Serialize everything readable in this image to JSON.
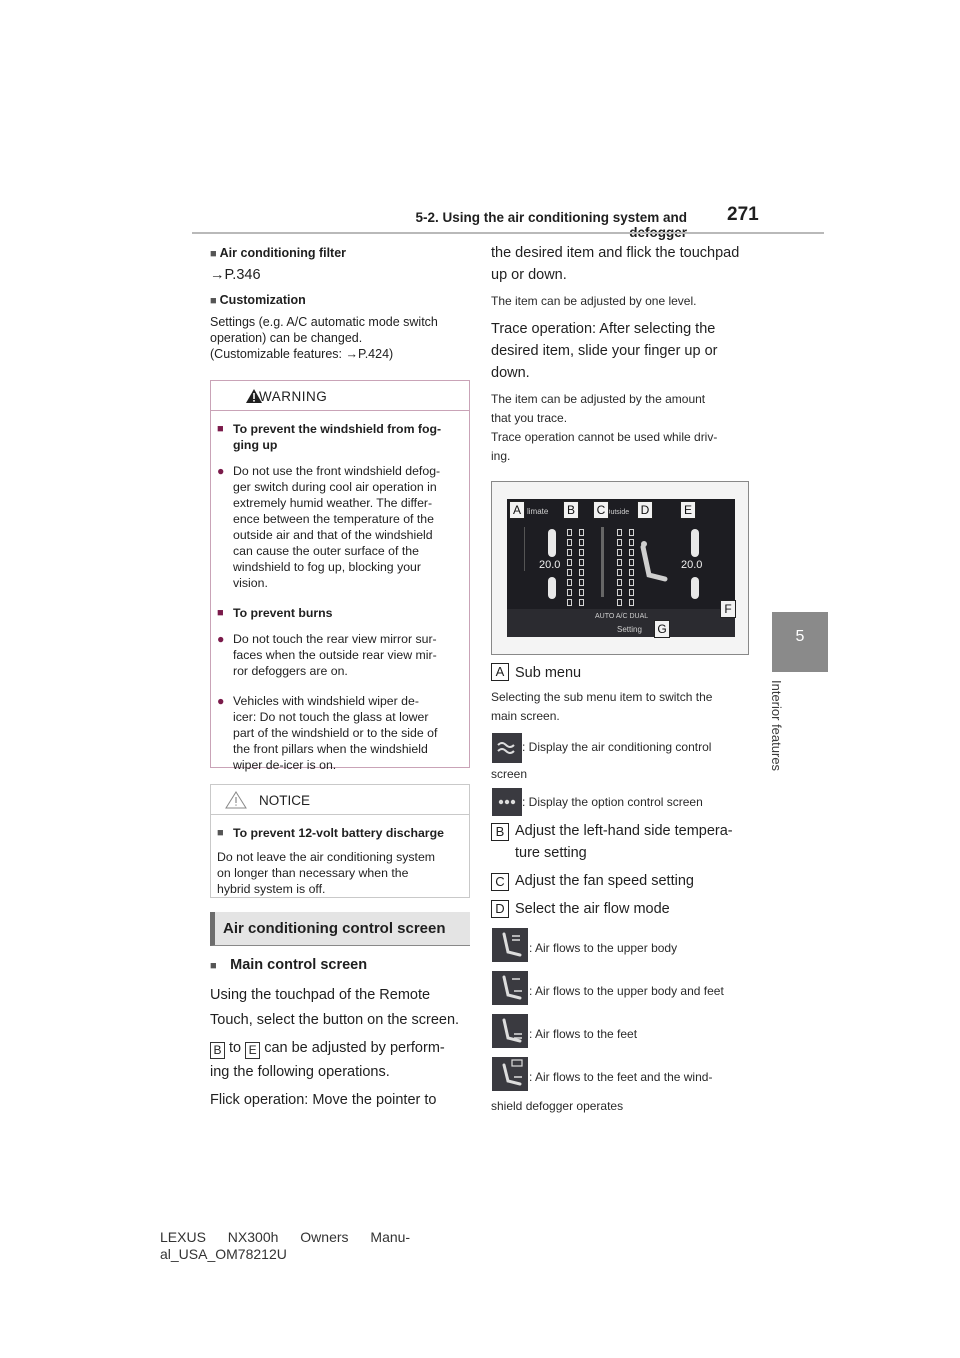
{
  "header": {
    "section": "5-2. Using the air conditioning system and defogger",
    "page": "271"
  },
  "side_tab": {
    "number": "5",
    "label": "Interior features"
  },
  "left": {
    "filter_heading": "Air conditioning filter",
    "filter_ref": "→P.346",
    "custom_heading": "Customization",
    "custom_text_1": "Settings (e.g. A/C automatic mode switch",
    "custom_text_2": "operation) can be changed.",
    "custom_text_3": "(Customizable features: →P.424)",
    "warning": {
      "title": "WARNING",
      "h1_a": "To prevent the windshield from fog-",
      "h1_b": "ging up",
      "item1": [
        "Do not use the front windshield defog-",
        "ger switch during cool air operation in",
        "extremely humid weather. The differ-",
        "ence between the temperature of the",
        "outside air and that of the windshield",
        "can cause the outer surface of the",
        "windshield to fog up, blocking your",
        "vision."
      ],
      "h2": "To prevent burns",
      "item2": [
        "Do not touch the rear view mirror sur-",
        "faces when the outside rear view mir-",
        "ror defoggers are on."
      ],
      "item3": [
        "Vehicles with windshield wiper de-",
        "icer: Do not touch the glass at lower",
        "part of the windshield or to the side of",
        "the front pillars when the windshield",
        "wiper de-icer is on."
      ]
    },
    "notice": {
      "title": "NOTICE",
      "heading": "To prevent 12-volt battery discharge",
      "lines": [
        "Do not leave the air conditioning system",
        "on longer than necessary when the",
        "hybrid system is off."
      ]
    },
    "section_title": "Air conditioning control screen",
    "main_heading": "Main control screen",
    "p1_a": "Using the touchpad of the Remote",
    "p1_b": "Touch, select the button on the screen.",
    "p2_box1": "B",
    "p2_to": "to",
    "p2_box2": "E",
    "p2_a": "can be adjusted by perform-",
    "p2_b": "ing the following operations.",
    "p3": "Flick operation: Move the pointer to"
  },
  "right": {
    "p1_a": "the desired item and flick the touchpad",
    "p1_b": "up or down.",
    "note1": "The item can be adjusted by one level.",
    "p2_a": "Trace operation: After selecting the",
    "p2_b": "desired item, slide your finger up or",
    "p2_c": "down.",
    "note2_a": "The item can be adjusted by the amount",
    "note2_b": "that you trace.",
    "note2_c": "Trace operation cannot be used while driv-",
    "note2_d": "ing.",
    "screen": {
      "tags": [
        "A",
        "B",
        "C",
        "D",
        "E",
        "F",
        "G"
      ],
      "climate": "limate",
      "outside": "Outside",
      "temp_left": "20.0",
      "temp_right": "20.0",
      "bottom": "AUTO  A/C  DUAL",
      "setting": "Setting"
    },
    "A_label": "A",
    "A_text": "Sub menu",
    "A_desc_a": "Selecting the sub menu item to switch the",
    "A_desc_b": "main screen.",
    "A_icon1_text": ": Display the air conditioning control",
    "A_icon1_text2": "screen",
    "A_icon2_text": ": Display the option control screen",
    "B_label": "B",
    "B_text_a": "Adjust the left-hand side tempera-",
    "B_text_b": "ture setting",
    "C_label": "C",
    "C_text": "Adjust the fan speed setting",
    "D_label": "D",
    "D_text": "Select the air flow mode",
    "flow1": ": Air flows to the upper body",
    "flow2": ": Air flows to the upper body and feet",
    "flow3": ": Air flows to the feet",
    "flow4_a": ": Air flows to the feet and the wind-",
    "flow4_b": "shield defogger operates"
  },
  "footer": {
    "line1": "LEXUS NX300h Owners Manu-",
    "line2": "al_USA_OM78212U"
  }
}
